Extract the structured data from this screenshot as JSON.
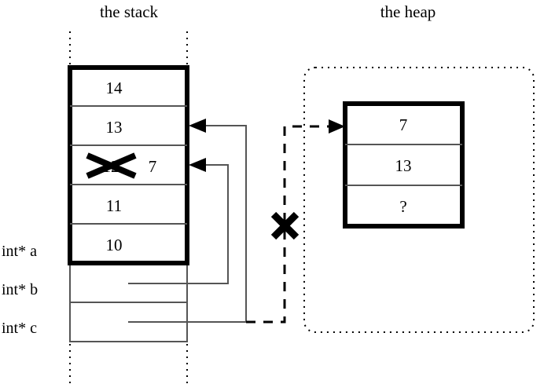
{
  "figure": {
    "kind": "memory-diagram",
    "background": "#ffffff",
    "ink": "#000000"
  },
  "titles": {
    "stack": "the stack",
    "heap": "the heap"
  },
  "stack": {
    "active_frame_cells": [
      {
        "value": "14",
        "struck": false
      },
      {
        "value": "13",
        "struck": false
      },
      {
        "value": "12",
        "struck": true,
        "replacement": "7"
      },
      {
        "value": "11",
        "struck": false
      },
      {
        "value": "10",
        "struck": false
      }
    ],
    "pointer_rows": [
      {
        "label": "int* a"
      },
      {
        "label": "int* b"
      },
      {
        "label": "int* c"
      }
    ]
  },
  "heap": {
    "cells": [
      {
        "value": "7"
      },
      {
        "value": "13"
      },
      {
        "value": "?"
      }
    ]
  },
  "annotations": {
    "crossed_out_value": "12",
    "new_value": "7",
    "invalid_pointer_mark": "X",
    "unknown_value": "?"
  }
}
